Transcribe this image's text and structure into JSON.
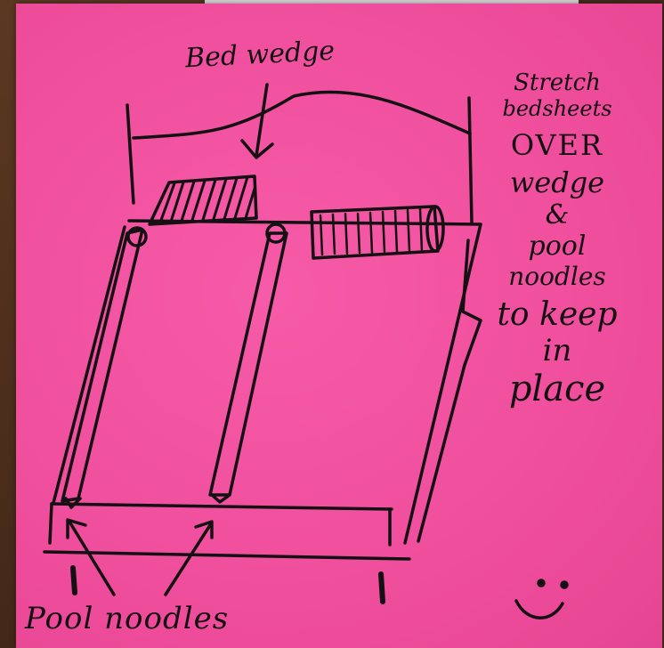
{
  "photo": {
    "subject": "pink sticky note with handwritten sketch",
    "note_color": "#f2529f",
    "ink_color": "#151012",
    "background_color": "#4a2e1c"
  },
  "labels": {
    "bed_wedge": "Bed wedge",
    "pool_noodles": "Pool noodles"
  },
  "side_text": [
    "Stretch",
    "bedsheets",
    "OVER",
    "wedge",
    "&",
    "pool",
    "noodles",
    "to keep",
    "in",
    "place"
  ],
  "smiley": "smiley-face-icon"
}
